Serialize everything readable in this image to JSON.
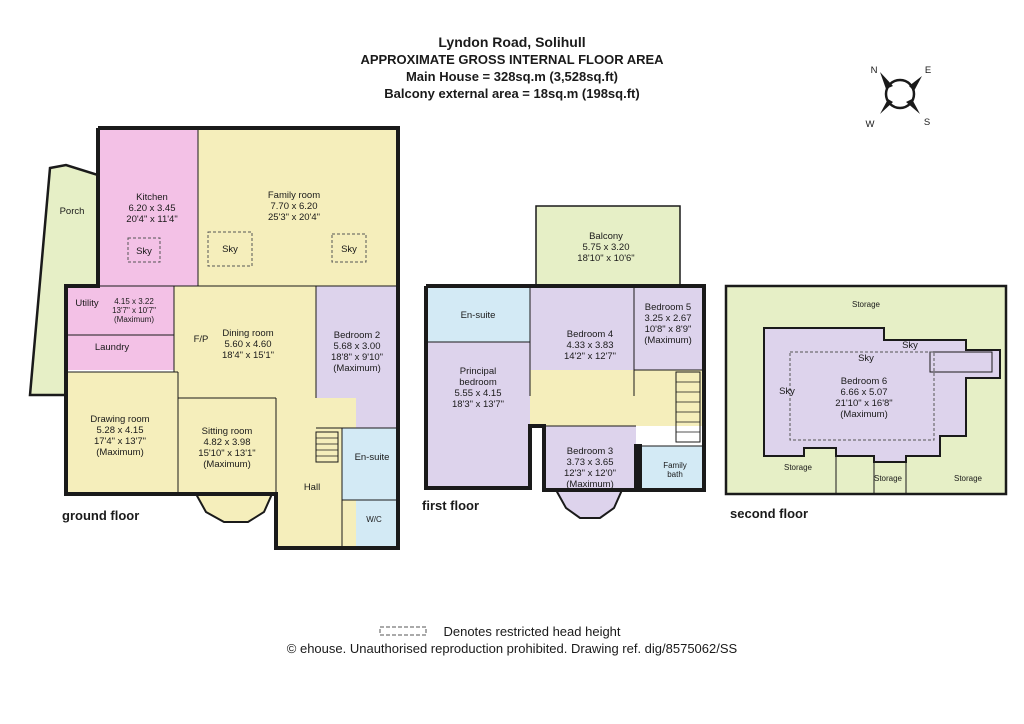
{
  "header": {
    "title": "Lyndon Road, Solihull",
    "subtitle": "APPROXIMATE GROSS INTERNAL FLOOR AREA",
    "main_house": "Main House = 328sq.m (3,528sq.ft)",
    "balcony_area": "Balcony external area = 18sq.m (198sq.ft)"
  },
  "compass": {
    "n": "N",
    "e": "E",
    "s": "S",
    "w": "W"
  },
  "colors": {
    "green": "#e6efc6",
    "yellow": "#f5eebb",
    "pink": "#f3c1e6",
    "purple": "#ddd3ec",
    "blue": "#d3eaf5",
    "wall": "#1a1a1a"
  },
  "floors": {
    "ground": "ground floor",
    "first": "first floor",
    "second": "second floor"
  },
  "ground_rooms": {
    "porch": "Porch",
    "kitchen": {
      "name": "Kitchen",
      "m": "6.20 x 3.45",
      "ft": "20'4\" x 11'4\""
    },
    "sky": "Sky",
    "family": {
      "name": "Family room",
      "m": "7.70 x 6.20",
      "ft": "25'3\" x 20'4\""
    },
    "utility": "Utility",
    "utility_dim": {
      "m": "4.15 x 3.22",
      "ft": "13'7\" x 10'7\"",
      "max": "(Maximum)"
    },
    "laundry": "Laundry",
    "dining": {
      "name": "Dining room",
      "m": "5.60 x 4.60",
      "ft": "18'4\" x 15'1\""
    },
    "fp": "F/P",
    "bed2": {
      "name": "Bedroom 2",
      "m": "5.68 x 3.00",
      "ft": "18'8\" x 9'10\"",
      "max": "(Maximum)"
    },
    "drawing": {
      "name": "Drawing room",
      "m": "5.28 x 4.15",
      "ft": "17'4\" x 13'7\"",
      "max": "(Maximum)"
    },
    "sitting": {
      "name": "Sitting room",
      "m": "4.82 x 3.98",
      "ft": "15'10\" x 13'1\"",
      "max": "(Maximum)"
    },
    "ensuite": "En-suite",
    "hall": "Hall",
    "wc": "W/C"
  },
  "first_rooms": {
    "balcony": {
      "name": "Balcony",
      "m": "5.75 x 3.20",
      "ft": "18'10\" x 10'6\""
    },
    "ensuite": "En-suite",
    "bed4": {
      "name": "Bedroom 4",
      "m": "4.33 x 3.83",
      "ft": "14'2\" x 12'7\""
    },
    "bed5": {
      "name": "Bedroom 5",
      "m": "3.25 x 2.67",
      "ft": "10'8\" x 8'9\"",
      "max": "(Maximum)"
    },
    "principal": {
      "name1": "Principal",
      "name2": "bedroom",
      "m": "5.55 x 4.15",
      "ft": "18'3\" x 13'7\""
    },
    "bed3": {
      "name": "Bedroom 3",
      "m": "3.73 x 3.65",
      "ft": "12'3\" x 12'0\"",
      "max": "(Maximum)"
    },
    "family_bath1": "Family",
    "family_bath2": "bath"
  },
  "second_rooms": {
    "storage": "Storage",
    "sky": "Sky",
    "bed6": {
      "name": "Bedroom 6",
      "m": "6.66 x 5.07",
      "ft": "21'10\" x 16'8\"",
      "max": "(Maximum)"
    }
  },
  "footer": {
    "restricted": "Denotes restricted head height",
    "copyright": "© ehouse. Unauthorised reproduction prohibited. Drawing ref. dig/8575062/SS"
  }
}
